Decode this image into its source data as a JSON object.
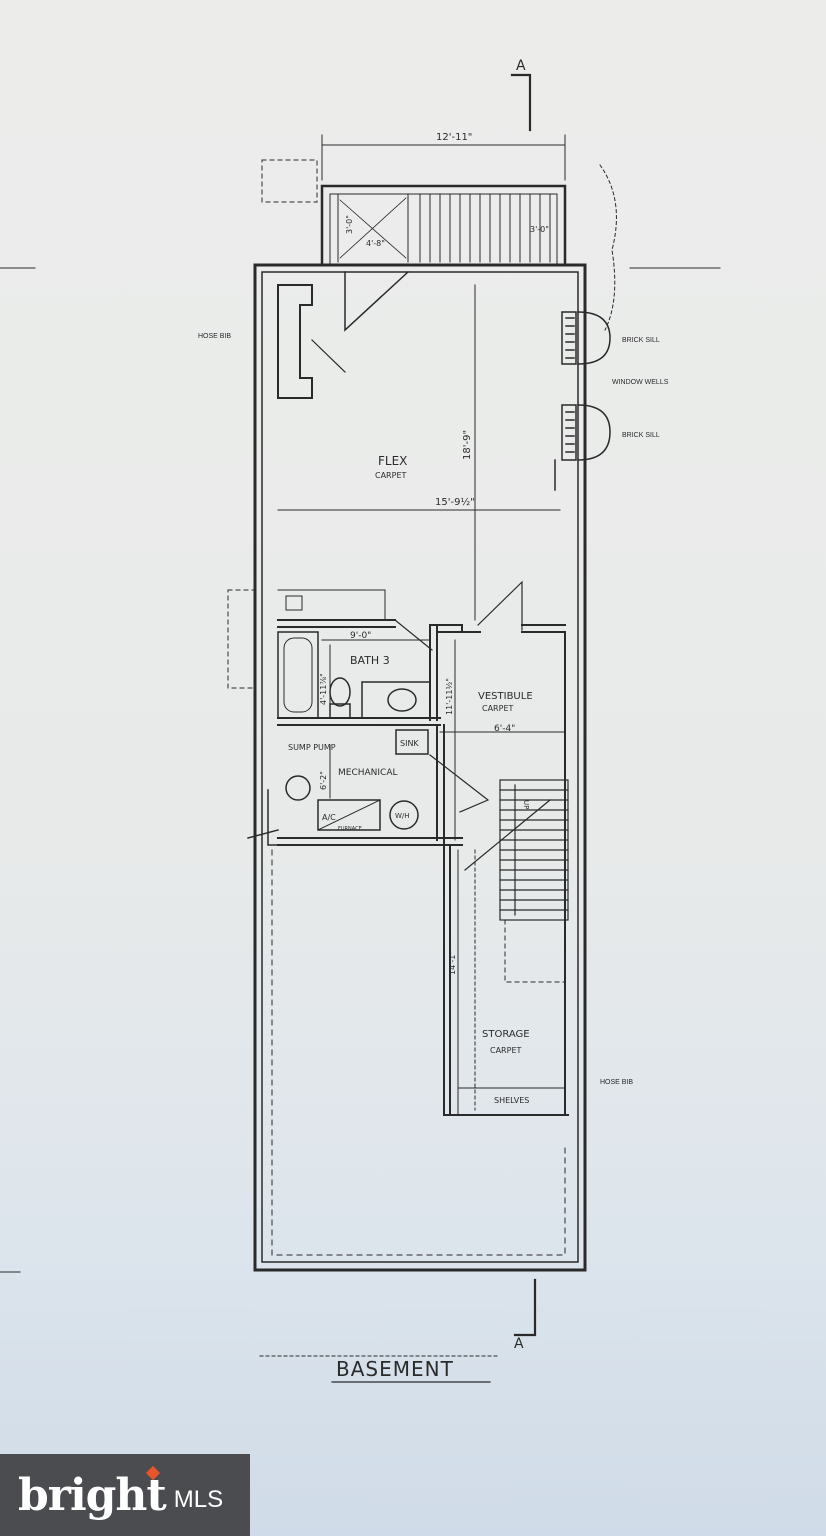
{
  "title": "BASEMENT",
  "section_marker": "A",
  "rooms": {
    "flex": {
      "name": "FLEX",
      "finish": "CARPET",
      "dim_vertical": "18'-9\"",
      "dim_horizontal": "15'-9½\""
    },
    "bath": {
      "name": "BATH 3",
      "dim_width": "9'-0\"",
      "dim_height": "4'-11⅞\""
    },
    "vestibule": {
      "name": "VESTIBULE",
      "finish": "CARPET",
      "dim_width": "6'-4\"",
      "dim_height": "11'-11½\""
    },
    "mechanical": {
      "name": "MECHANICAL",
      "dim_height": "6'-2\""
    },
    "storage": {
      "name": "STORAGE",
      "finish": "CARPET",
      "dim_height": "14'-1\""
    }
  },
  "fixtures": {
    "sump_pump": "SUMP PUMP",
    "sink": "SINK",
    "ac": "A/C",
    "furnace": "FURNACE",
    "water_heater": "W/H",
    "shelves": "SHELVES",
    "stair_direction": "UP"
  },
  "annotations": {
    "top_width": "12'-11\"",
    "areaway_height": "3'-0\"",
    "areaway_width": "4'-8\"",
    "stair_dim": "3'-0\"",
    "hose_bib_left": "HOSE BIB",
    "hose_bib_right": "HOSE BIB",
    "brick_sill_1": "BRICK SILL",
    "window_wells": "WINDOW WELLS",
    "brick_sill_2": "BRICK SILL"
  },
  "logo": {
    "brand": "bright",
    "suffix": "MLS"
  },
  "colors": {
    "line": "#2a2a2a",
    "paper": "#ecedeb",
    "logo_bg": "#4a4c50",
    "logo_accent": "#e8542c"
  }
}
